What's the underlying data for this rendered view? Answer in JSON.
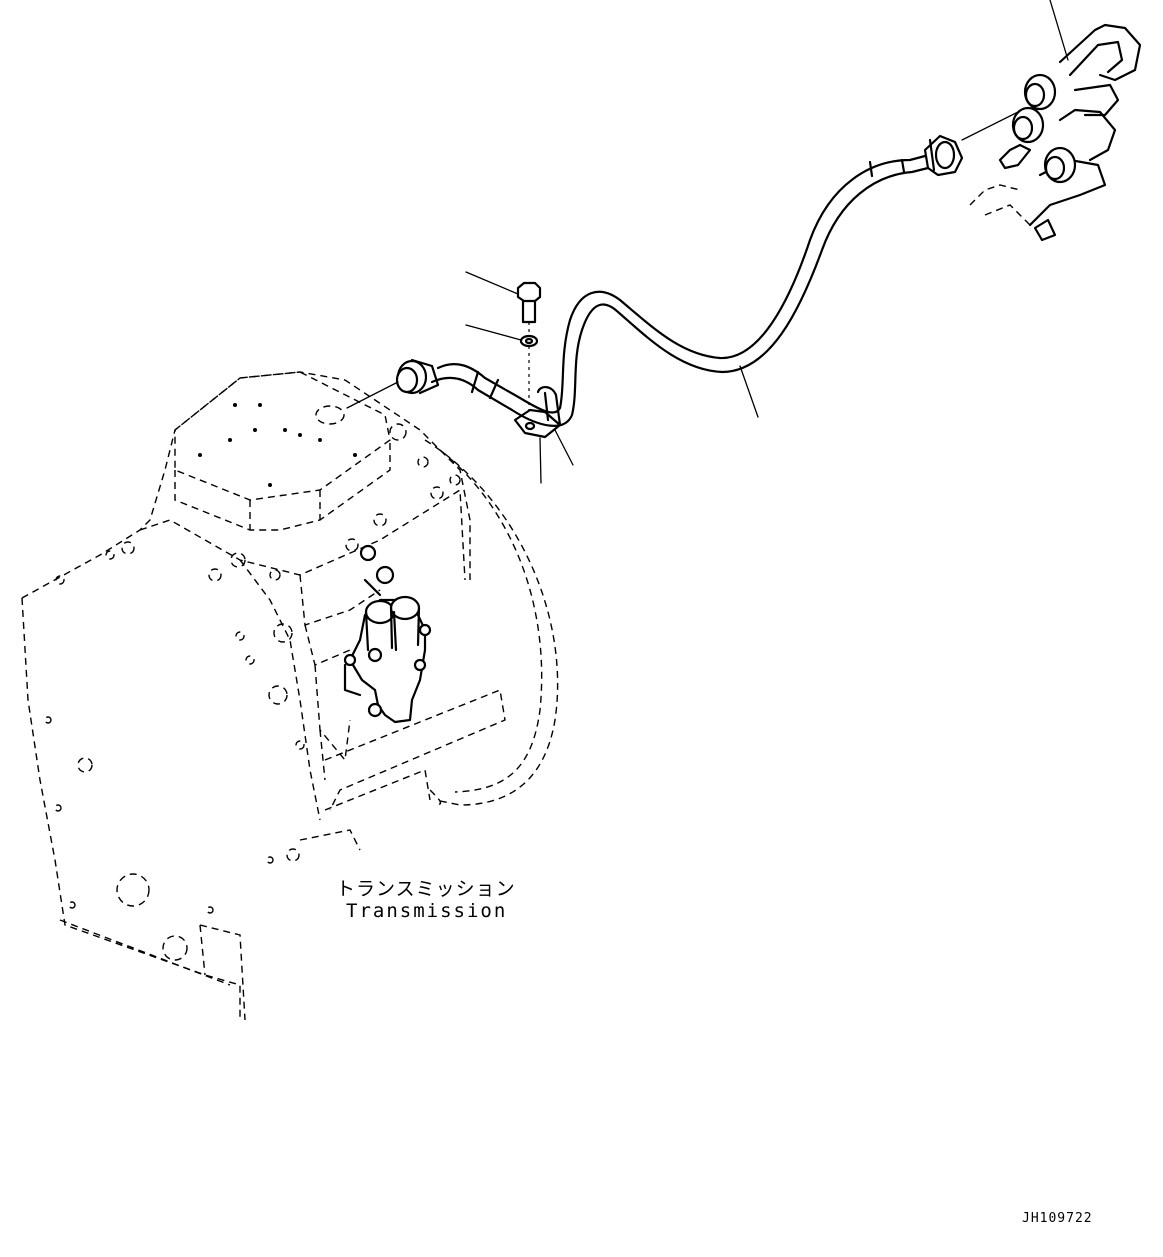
{
  "component_label_jp": "トランスミッション",
  "component_label_en": "Transmission",
  "drawing_number": "JH109722",
  "icons": [
    "transmission-housing-illustration",
    "hose-illustration",
    "bolt-illustration",
    "washer-illustration",
    "clamp-illustration",
    "valve-block-illustration"
  ]
}
